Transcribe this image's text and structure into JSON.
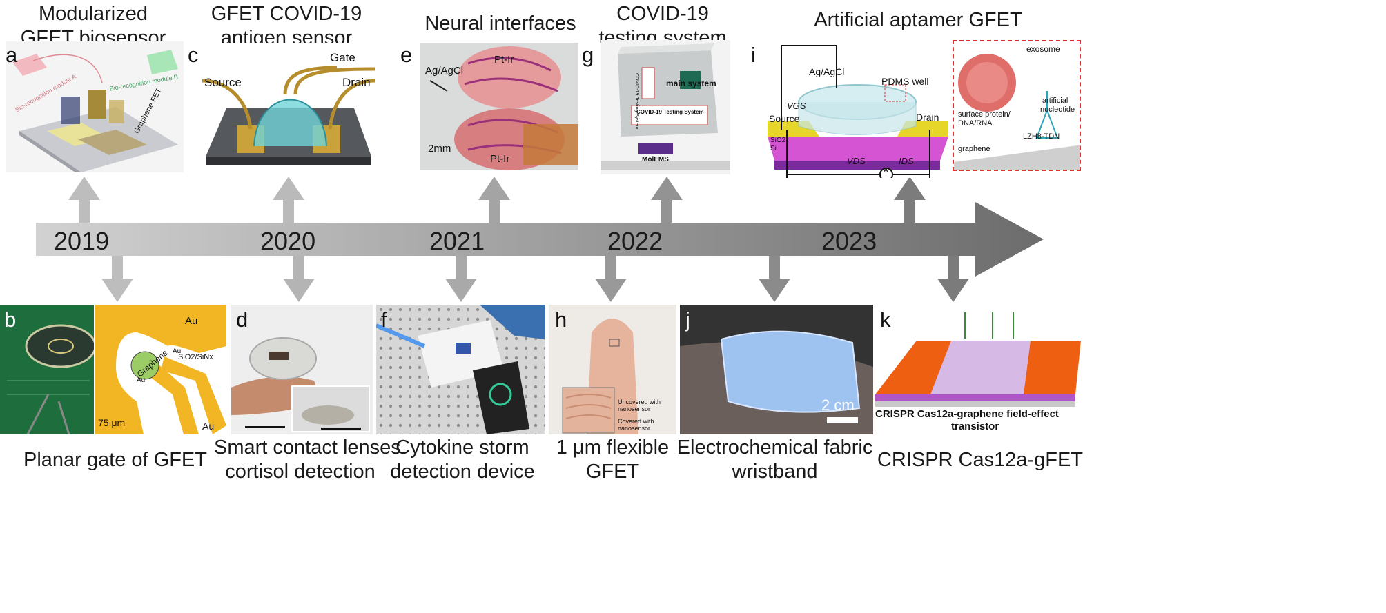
{
  "timeline": {
    "years": [
      "2019",
      "2020",
      "2021",
      "2022",
      "2023"
    ],
    "colors": {
      "arrow_light": "#cfcfcf",
      "arrow_dark": "#6f6f6f",
      "connector": "#a9a9a9"
    }
  },
  "top_panels": [
    {
      "letter": "a",
      "caption": [
        "Modularized",
        "GFET biosensor"
      ],
      "labels": {
        "graphene": "Graphene FET",
        "module_a": "Bio-recognition module A",
        "module_b": "Bio-recognition module B"
      }
    },
    {
      "letter": "c",
      "caption": [
        "GFET COVID-19",
        "antigen sensor"
      ],
      "labels": {
        "gate": "Gate",
        "source": "Source",
        "drain": "Drain"
      }
    },
    {
      "letter": "e",
      "caption": [
        "Neural interfaces"
      ],
      "labels": {
        "ref": "Ag/AgCl",
        "pt_top": "Pt-Ir",
        "pt_bottom": "Pt-Ir",
        "scale": "2mm"
      }
    },
    {
      "letter": "g",
      "caption": [
        "COVID-19",
        "testing system"
      ],
      "labels": {
        "label1": "COVID-19 Testing System",
        "label2": "COVID-19 Testing System",
        "main": "main system",
        "chip": "MolEMS"
      }
    },
    {
      "letter": "i",
      "caption": [
        "Artificial aptamer GFET"
      ],
      "labels": {
        "ref": "Ag/AgCl",
        "vgs": "VGS",
        "pdms": "PDMS well",
        "source": "Source",
        "drain": "Drain",
        "sio2": "SiO2",
        "si": "Si",
        "vds": "VDS",
        "ids": "IDS",
        "amp": "A",
        "exosome": "exosome",
        "surface": "surface protein/",
        "dna": "DNA/RNA",
        "artificial": "artificial",
        "nucleotide": "nucleotide",
        "lzh8": "LZH8-TDN",
        "graphene": "graphene"
      }
    }
  ],
  "bottom_panels": [
    {
      "letter": "b",
      "caption": [
        "Planar gate of GFET"
      ],
      "labels": {
        "au1": "Au",
        "graphene": "Graphene",
        "au2": "Au",
        "au3": "Au",
        "au4": "Au",
        "sio2": "SiO2/SiNx",
        "scale": "75 μm"
      }
    },
    {
      "letter": "d",
      "caption": [
        "Smart contact lenses",
        "cortisol detection"
      ]
    },
    {
      "letter": "f",
      "caption": [
        "Cytokine storm",
        "detection device"
      ]
    },
    {
      "letter": "h",
      "caption": [
        "1 μm flexible",
        "GFET"
      ],
      "labels": {
        "uncovered": "Uncovered with nanosensor",
        "covered": "Covered with nanosensor"
      }
    },
    {
      "letter": "j",
      "caption": [
        "Electrochemical fabric",
        "wristband"
      ],
      "labels": {
        "scale": "2 cm"
      }
    },
    {
      "letter": "k",
      "caption": [
        "CRISPR Cas12a-gFET"
      ],
      "labels": {
        "line1": "CRISPR Cas12a-graphene field-effect",
        "line2": "transistor"
      }
    }
  ]
}
